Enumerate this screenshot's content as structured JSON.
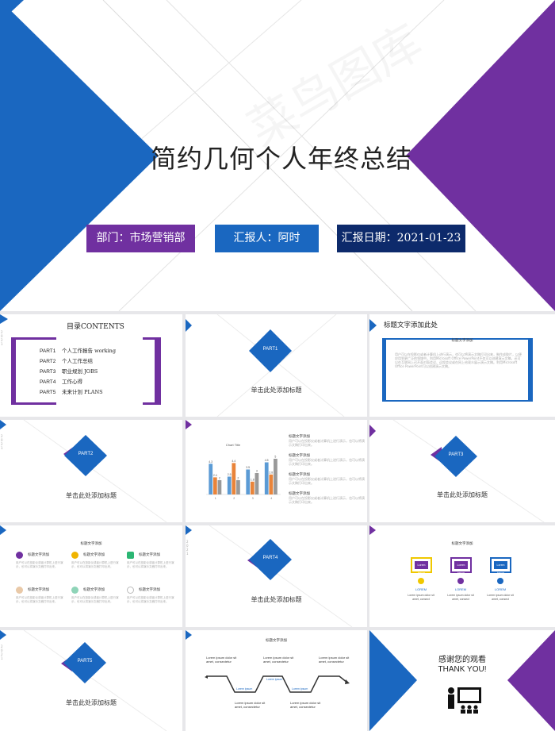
{
  "colors": {
    "blue": "#1a67c0",
    "purple": "#7030a0",
    "navy": "#0d2a6b",
    "grey": "#999999",
    "orange": "#e9843a",
    "lightblue": "#5b9bd5"
  },
  "cover": {
    "title": "简约几何个人年终总结",
    "department": "部门：市场营销部",
    "reporter": "汇报人：阿时",
    "date": "汇报日期：2021-01-23"
  },
  "watermark": "菜鸟图库",
  "toc": {
    "title": "目录CONTENTS",
    "items": [
      {
        "part": "PART1",
        "label": "个人工作报告 working"
      },
      {
        "part": "PART2",
        "label": "个人工作总结"
      },
      {
        "part": "PART3",
        "label": "职业规划 JOBS"
      },
      {
        "part": "PART4",
        "label": "工作心得"
      },
      {
        "part": "PART5",
        "label": "未来计划 PLANS"
      }
    ]
  },
  "section_caption": "单击此处添加标题",
  "parts": {
    "p1": "PART1",
    "p2": "PART2",
    "p3": "PART3",
    "p4": "PART4",
    "p5": "PART5"
  },
  "textslide": {
    "heading": "标题文字添加此处",
    "box_title": "标题文字添加",
    "body": "用户可以在投影仪或者计算机上进行演示，也可以将演示文稿打印出来，制作成胶片，以便应用到更广泛的领域中。利用Microsoft Office PowerPoint不仅可以创建演示文稿，还可以在互联网上召开面对面会议、远程会议或在网上给观众展示演示文稿。利用Microsoft Office PowerPoint可以创建演示文稿。"
  },
  "chart_slide": {
    "chart_title": "Chart Title",
    "side_heading": "标题文字添加",
    "side_text": "用户可以在投影仪或者计算机上进行演示，也可以将演示文稿打印出来。"
  },
  "chart_data": {
    "type": "bar",
    "title": "Chart Title",
    "categories": [
      "1",
      "2",
      "3",
      "4"
    ],
    "series": [
      {
        "values": [
          4.3,
          2.5,
          3.5,
          4.5
        ]
      },
      {
        "values": [
          2.4,
          4.4,
          1.8,
          2.8
        ]
      },
      {
        "values": [
          2,
          2,
          3,
          5
        ]
      }
    ],
    "ylim": [
      0,
      6
    ]
  },
  "icons_slide": {
    "title": "标题文字添加",
    "item_title": "标题文字添加",
    "item_text": "用户可以在投影仪或者计算机上进行演示，也可以将演示文稿打印出来。"
  },
  "boxes_slide": {
    "title": "标题文字添加",
    "box_text": "Lorem ipsum",
    "label": "LOREM",
    "desc": "Lorem ipsum dolor sit amet, consect"
  },
  "wave_slide": {
    "title": "标题文字添加",
    "top_text": "Lorem ipsum dolor sit amet, consectetur",
    "bottom_text": "Lorem ipsum dolor sit amet, consectetur",
    "mid_text": "Lorem ipsum"
  },
  "thanks": {
    "line1": "感谢您的观看",
    "line2": "THANK YOU!"
  },
  "side_marks": "2 0 2 1"
}
